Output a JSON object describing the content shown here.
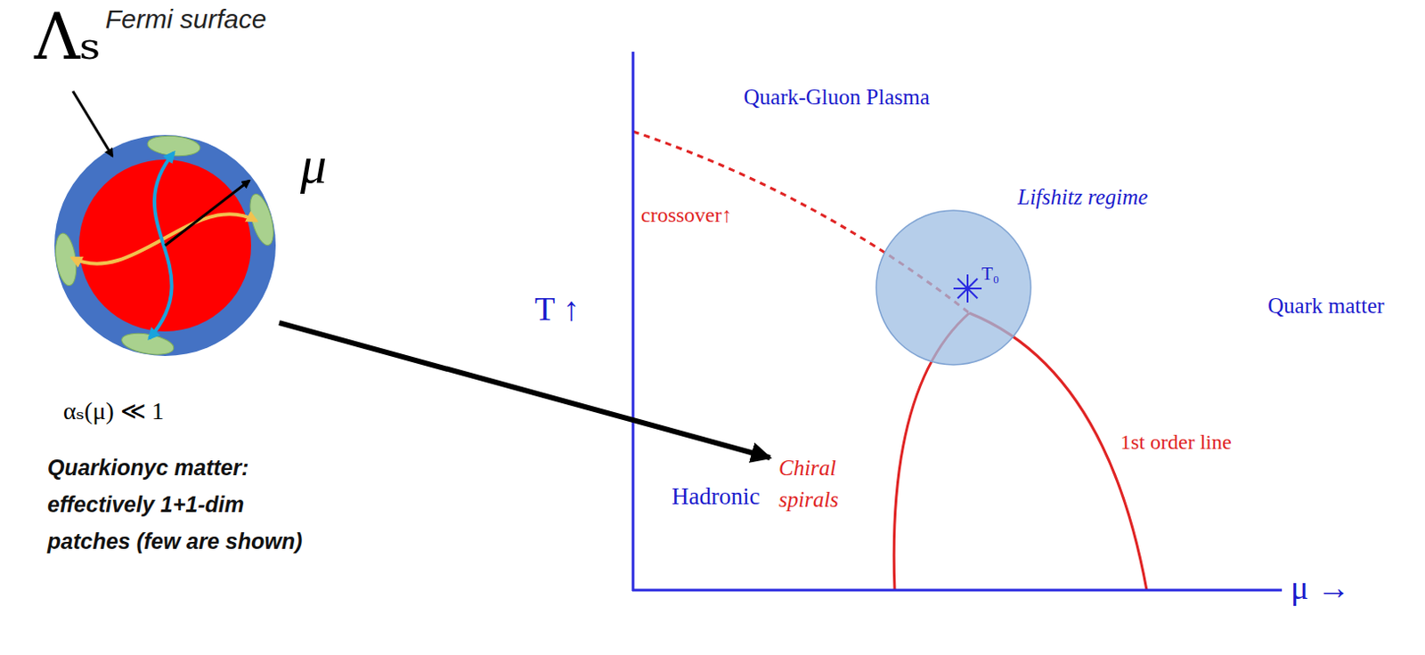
{
  "diagram": {
    "nodes": [
      {
        "text": [
          "Fermi surface"
        ]
      },
      {
        "text": [
          "Chiral spirals"
        ]
      },
      {
        "text": [
          "Lifshitz regime",
          "T₀"
        ]
      }
    ],
    "edges": [
      {
        "from": 0,
        "to": 1,
        "arrow": "to"
      }
    ],
    "labels": [
      "Λₛ",
      "μ",
      "αₛ(μ) ≪ 1",
      "Quarkionyc matter: effectively 1+1-dim patches (few are shown)",
      "Quark-Gluon Plasma",
      "crossover↑",
      "T ↑",
      "μ →",
      "Quark matter",
      "Hadronic",
      "1st order line"
    ]
  }
}
